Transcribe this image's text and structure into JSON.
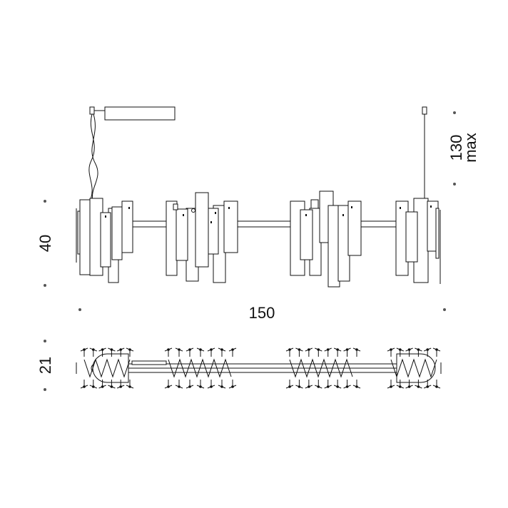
{
  "dimensions": {
    "height": "40",
    "width": "150",
    "depth": "21",
    "cable_value": "130",
    "cable_suffix": "max"
  },
  "colors": {
    "line": "#111111",
    "background": "#ffffff",
    "marker": "#555555"
  }
}
